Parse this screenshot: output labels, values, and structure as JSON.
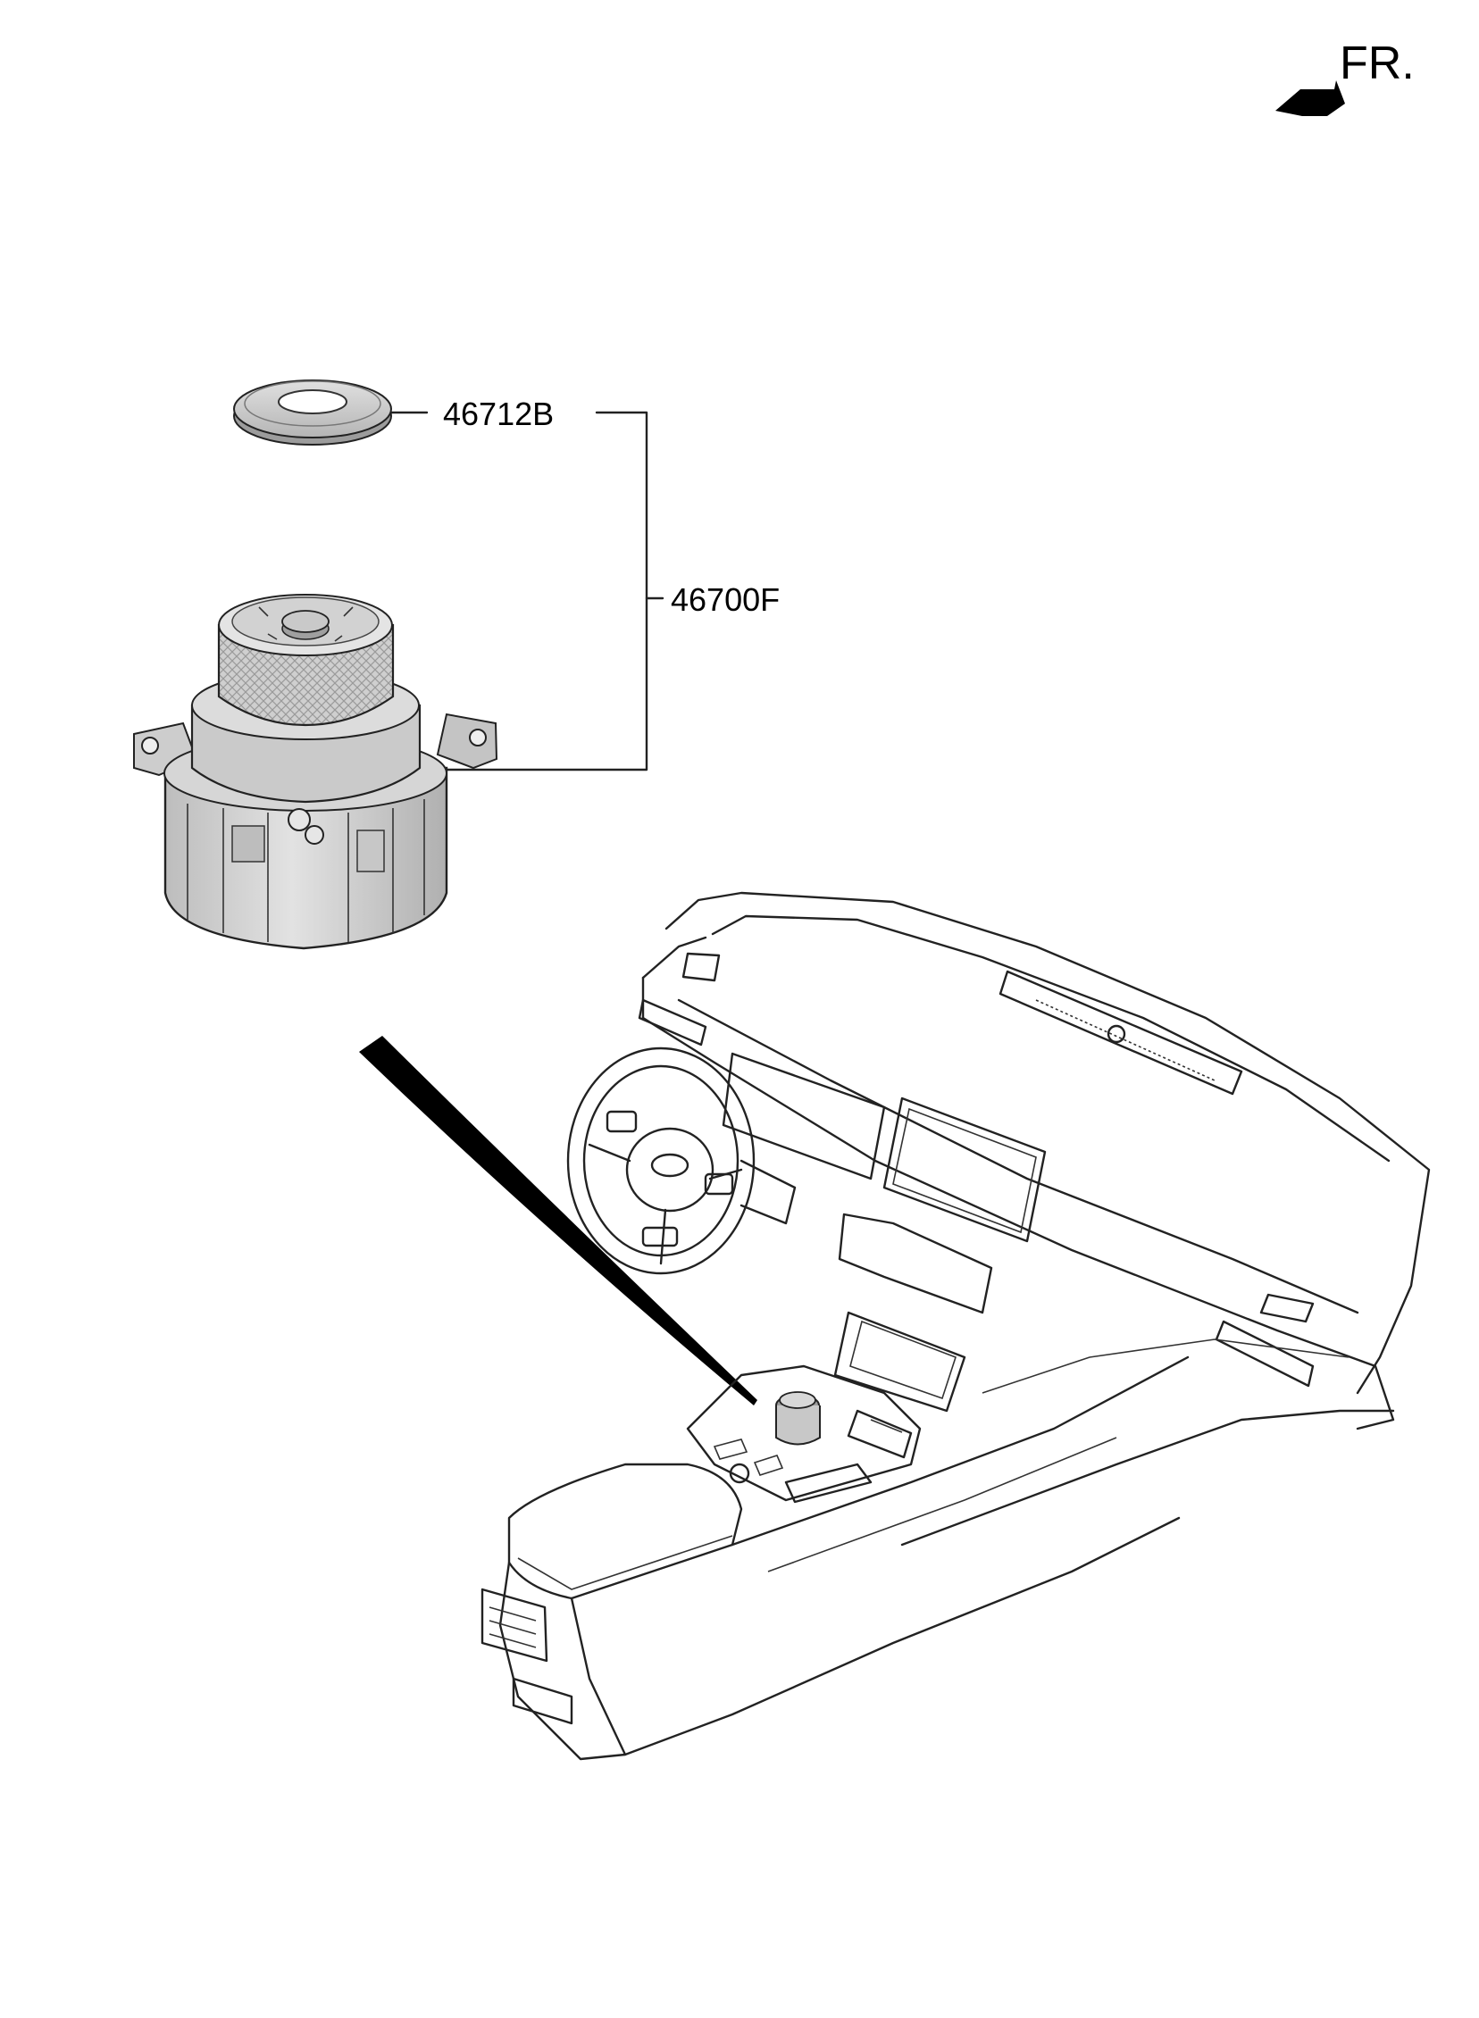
{
  "orientation": {
    "label": "FR.",
    "icon": "front-direction-arrow-icon"
  },
  "parts": [
    {
      "id": "46712B",
      "description": "knob cover ring"
    },
    {
      "id": "46700F",
      "description": "shift lever dial assembly"
    }
  ],
  "colors": {
    "line": "#222222",
    "part_fill": "#d2d2d2",
    "part_shade": "#a8a8a8",
    "pointer": "#000000"
  }
}
